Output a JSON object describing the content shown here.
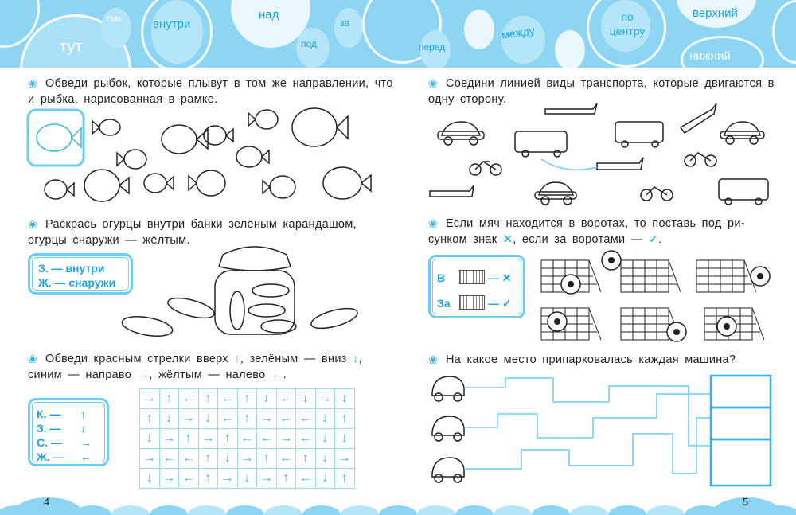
{
  "header": {
    "words": [
      "тут",
      "там",
      "внутри",
      "над",
      "под",
      "за",
      "перед",
      "между",
      "по центру",
      "верхний",
      "нижний"
    ]
  },
  "left": {
    "page_number": "4",
    "task1": {
      "text": "Обведи рыбок, которые плывут в том же направлении, что и рыбка, нарисованная в рамке."
    },
    "task2": {
      "text": "Раскрась огурцы внутри банки зелёным карандашом, огурцы снаружи — жёлтым.",
      "legend": [
        "З. — внутри",
        "Ж. — снаружи"
      ]
    },
    "task3": {
      "text_parts": [
        "Обведи красным стрелки вверх ",
        ", зелёным — вниз ",
        ",",
        "синим — направо ",
        ", жёлтым — налево ",
        "."
      ],
      "legend": [
        {
          "label": "К. —",
          "arrow": "up"
        },
        {
          "label": "З. —",
          "arrow": "down"
        },
        {
          "label": "С. —",
          "arrow": "right"
        },
        {
          "label": "Ж. —",
          "arrow": "left"
        }
      ],
      "grid": [
        [
          "R",
          "U",
          "L",
          "U",
          "L",
          "U",
          "D",
          "L",
          "D",
          "R",
          "D"
        ],
        [
          "U",
          "D",
          "R",
          "D",
          "L",
          "U",
          "R",
          "L",
          "L",
          "D",
          "U"
        ],
        [
          "D",
          "R",
          "U",
          "R",
          "U",
          "L",
          "L",
          "R",
          "L",
          "D",
          "D"
        ],
        [
          "R",
          "L",
          "L",
          "U",
          "D",
          "R",
          "U",
          "L",
          "U",
          "D",
          "R"
        ],
        [
          "D",
          "R",
          "L",
          "U",
          "R",
          "D",
          "R",
          "U",
          "L",
          "D",
          "U"
        ]
      ]
    }
  },
  "right": {
    "page_number": "5",
    "task1": {
      "text": "Соедини линией виды транспорта, которые двигаются в одну сторону."
    },
    "task2": {
      "text_a": "Если мяч находится в воротах, то поставь под ри-",
      "text_b1": "сунком знак ",
      "text_b2": ", если за воротами — ",
      "text_b3": ".",
      "legend": [
        {
          "label": "В",
          "mark": "✕"
        },
        {
          "label": "За",
          "mark": "✓"
        }
      ]
    },
    "task3": {
      "text": "На какое место припарковалась каждая машина?"
    }
  },
  "colors": {
    "accent": "#36b4e3",
    "header_bg": "#8dd5f3"
  }
}
